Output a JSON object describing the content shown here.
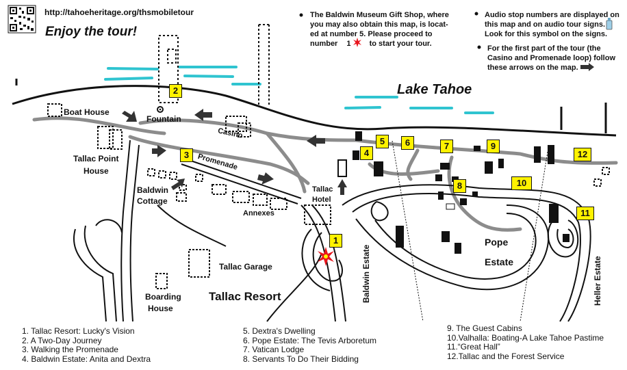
{
  "header": {
    "url": "http://tahoeheritage.org/thsmobiletour",
    "tagline": "Enjoy the tour!"
  },
  "notes": {
    "gift_shop_line1": "The Baldwin Museum Gift Shop, where",
    "gift_shop_line2": "you may also obtain this map, is locat-",
    "gift_shop_line3": "ed at number 5. Please proceed to",
    "gift_shop_line4a": "number",
    "gift_shop_line4b": "1",
    "gift_shop_line4c": "to start your tour.",
    "audio_line1": "Audio stop numbers are displayed on",
    "audio_line2": "this map and on audio tour signs.",
    "audio_line3": "Look for this symbol on the signs.",
    "arrows_line1": "For the first part of the tour (the",
    "arrows_line2": "Casino and Promenade loop)  follow",
    "arrows_line3": "these arrows on the map."
  },
  "map_labels": {
    "lake": "Lake Tahoe",
    "boat_house": "Boat House",
    "fountain": "Fountain",
    "casino": "Casino",
    "tallac_point_1": "Tallac Point",
    "tallac_point_2": "House",
    "promenade": "Promenade",
    "baldwin_cottage_1": "Baldwin",
    "baldwin_cottage_2": "Cottage",
    "tallac_hotel_1": "Tallac",
    "tallac_hotel_2": "Hotel",
    "annexes": "Annexes",
    "tallac_garage": "Tallac Garage",
    "boarding_house_1": "Boarding",
    "boarding_house_2": "House",
    "tallac_resort": "Tallac Resort",
    "baldwin_estate": "Baldwin Estate",
    "pope_estate_1": "Pope",
    "pope_estate_2": "Estate",
    "heller_estate": "Heller Estate"
  },
  "stops": [
    "1",
    "2",
    "3",
    "4",
    "5",
    "6",
    "7",
    "8",
    "9",
    "10",
    "11",
    "12"
  ],
  "legend": {
    "col1": [
      "1.  Tallac Resort: Lucky's Vision",
      "2.  A Two-Day Journey",
      "3.  Walking the Promenade",
      "4.  Baldwin Estate: Anita and Dextra"
    ],
    "col2": [
      "5. Dextra's Dwelling",
      "6. Pope Estate: The Tevis Arboretum",
      "7.  Vatican Lodge",
      "8.  Servants To Do Their Bidding"
    ],
    "col3": [
      "9.  The Guest Cabins",
      "10.Valhalla: Boating-A Lake Tahoe Pastime",
      "11.“Great Hall”",
      "12.Tallac and the Forest Service"
    ]
  },
  "colors": {
    "water": "#2fc4d0",
    "stop_marker": "#fff200",
    "start_star": "#e8141c",
    "path": "#8c8c8c"
  },
  "icons": [
    "qr-code-icon",
    "red-star-icon",
    "audio-sign-icon",
    "direction-arrow-icon"
  ]
}
